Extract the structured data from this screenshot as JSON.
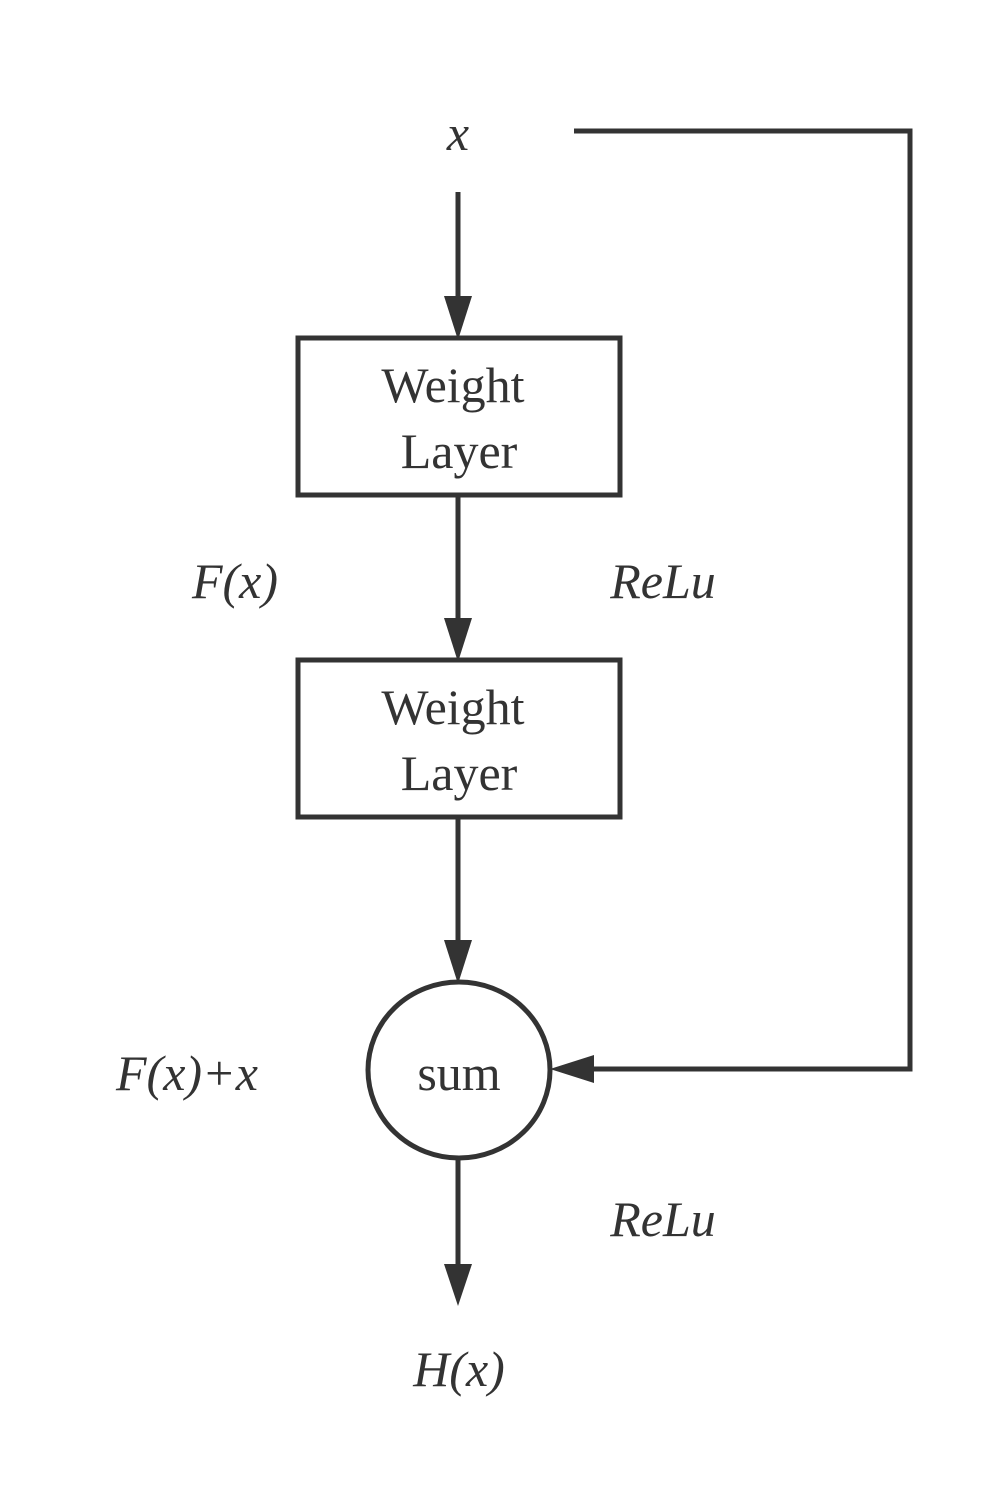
{
  "diagram": {
    "input_label": "x",
    "output_label": "H(x)",
    "layer1": {
      "line1": "Weight",
      "line2": "Layer"
    },
    "layer2": {
      "line1": "Weight",
      "line2": "Layer"
    },
    "sum_node": "sum",
    "residual_label": "F(x)",
    "sum_label": "F(x)+x",
    "activation_1": "ReLu",
    "activation_2": "ReLu"
  },
  "colors": {
    "stroke": "#333333",
    "background": "#ffffff"
  }
}
